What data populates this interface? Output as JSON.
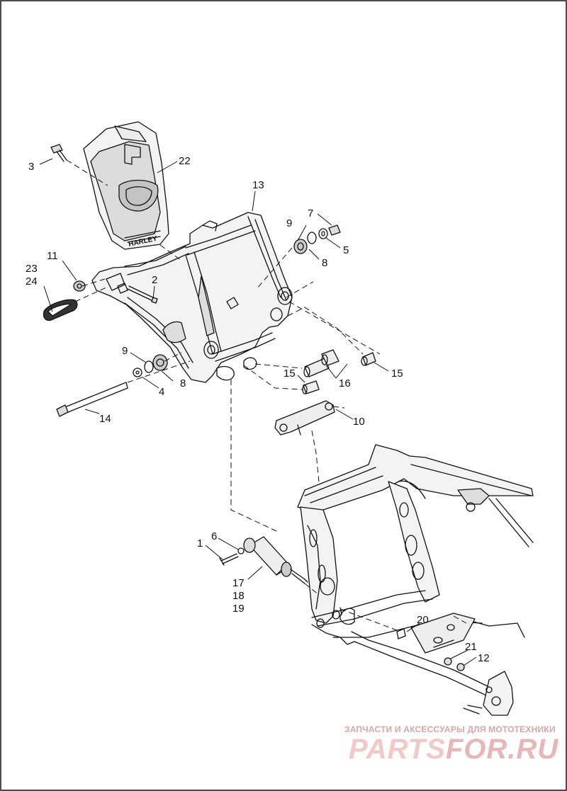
{
  "diagram": {
    "background": "#ffffff",
    "line_color": "#111111",
    "callouts": [
      {
        "id": "c1",
        "label": "1"
      },
      {
        "id": "c2",
        "label": "2"
      },
      {
        "id": "c3",
        "label": "3"
      },
      {
        "id": "c4",
        "label": "4"
      },
      {
        "id": "c5",
        "label": "5"
      },
      {
        "id": "c6",
        "label": "6"
      },
      {
        "id": "c7",
        "label": "7"
      },
      {
        "id": "c8a",
        "label": "8"
      },
      {
        "id": "c8b",
        "label": "8"
      },
      {
        "id": "c9a",
        "label": "9"
      },
      {
        "id": "c9b",
        "label": "9"
      },
      {
        "id": "c10",
        "label": "10"
      },
      {
        "id": "c11",
        "label": "11"
      },
      {
        "id": "c12",
        "label": "12"
      },
      {
        "id": "c13",
        "label": "13"
      },
      {
        "id": "c14",
        "label": "14"
      },
      {
        "id": "c15a",
        "label": "15"
      },
      {
        "id": "c15b",
        "label": "15"
      },
      {
        "id": "c16",
        "label": "16"
      },
      {
        "id": "c17",
        "label": "17"
      },
      {
        "id": "c18",
        "label": "18"
      },
      {
        "id": "c19",
        "label": "19"
      },
      {
        "id": "c20",
        "label": "20"
      },
      {
        "id": "c21",
        "label": "21"
      },
      {
        "id": "c22",
        "label": "22"
      },
      {
        "id": "c23",
        "label": "23"
      },
      {
        "id": "c24",
        "label": "24"
      }
    ]
  },
  "watermark": {
    "tagline": "ЗАПЧАСТИ И АКСЕССУАРЫ ДЛЯ МОТОТЕХНИКИ",
    "logo_a": "PARTS",
    "logo_b": "FOR.RU",
    "color": "#f2c9c9"
  }
}
